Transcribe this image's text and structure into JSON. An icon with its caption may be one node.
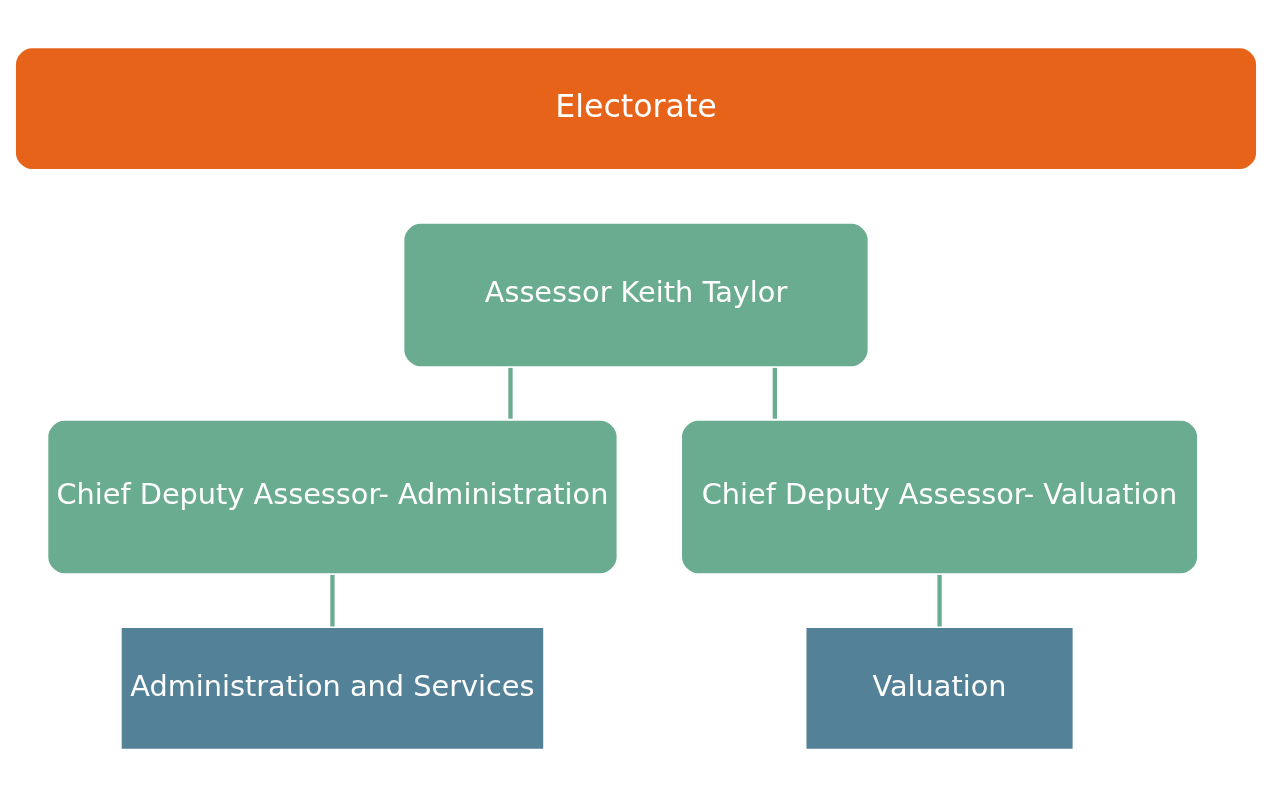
{
  "diagram": {
    "nodes": [
      {
        "text": [
          "Electorate"
        ]
      },
      {
        "text": [
          "Assessor Keith Taylor"
        ]
      },
      {
        "text": [
          "Chief Deputy Assessor- Administration"
        ]
      },
      {
        "text": [
          "Chief Deputy Assessor- Valuation"
        ]
      },
      {
        "text": [
          "Administration and Services"
        ]
      },
      {
        "text": [
          "Valuation"
        ]
      }
    ],
    "edges": [
      {
        "from": 1,
        "to": 2,
        "arrow": "none"
      },
      {
        "from": 1,
        "to": 3,
        "arrow": "none"
      },
      {
        "from": 2,
        "to": 4,
        "arrow": "none"
      },
      {
        "from": 3,
        "to": 5,
        "arrow": "none"
      }
    ]
  }
}
